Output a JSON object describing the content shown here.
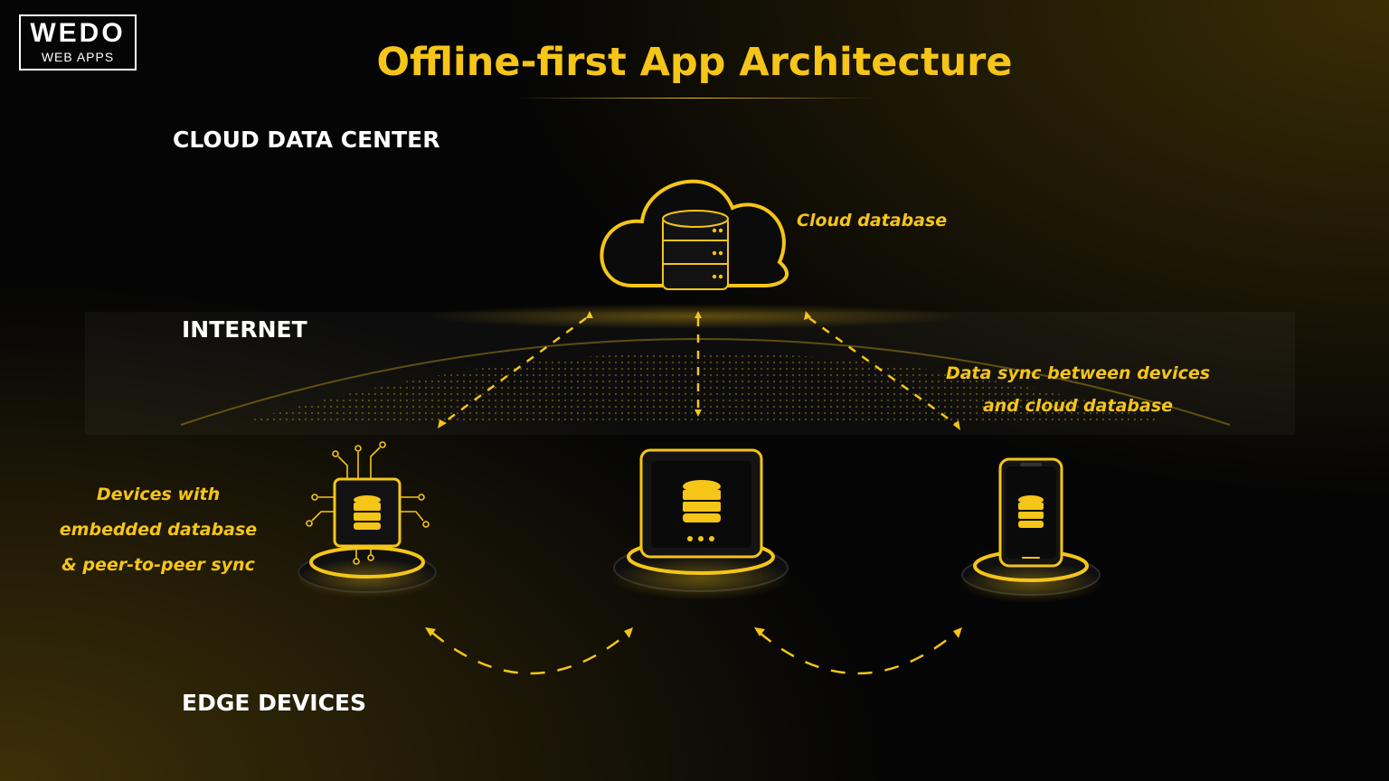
{
  "brand": {
    "line1": "WEDO",
    "line2": "WEB APPS"
  },
  "title": "Offline-first App Architecture",
  "sections": {
    "cloud": "CLOUD DATA CENTER",
    "internet": "INTERNET",
    "edge": "EDGE DEVICES"
  },
  "labels": {
    "cloud_db": "Cloud database",
    "sync_line1": "Data sync between devices",
    "sync_line2": "and cloud database",
    "devices_line1": "Devices with",
    "devices_line2": "embedded database",
    "devices_line3": "& peer-to-peer sync"
  },
  "colors": {
    "accent": "#f5c518",
    "background": "#050505",
    "text": "#ffffff"
  },
  "icons": [
    "cloud-database-icon",
    "chip-device-icon",
    "tablet-device-icon",
    "phone-device-icon"
  ]
}
